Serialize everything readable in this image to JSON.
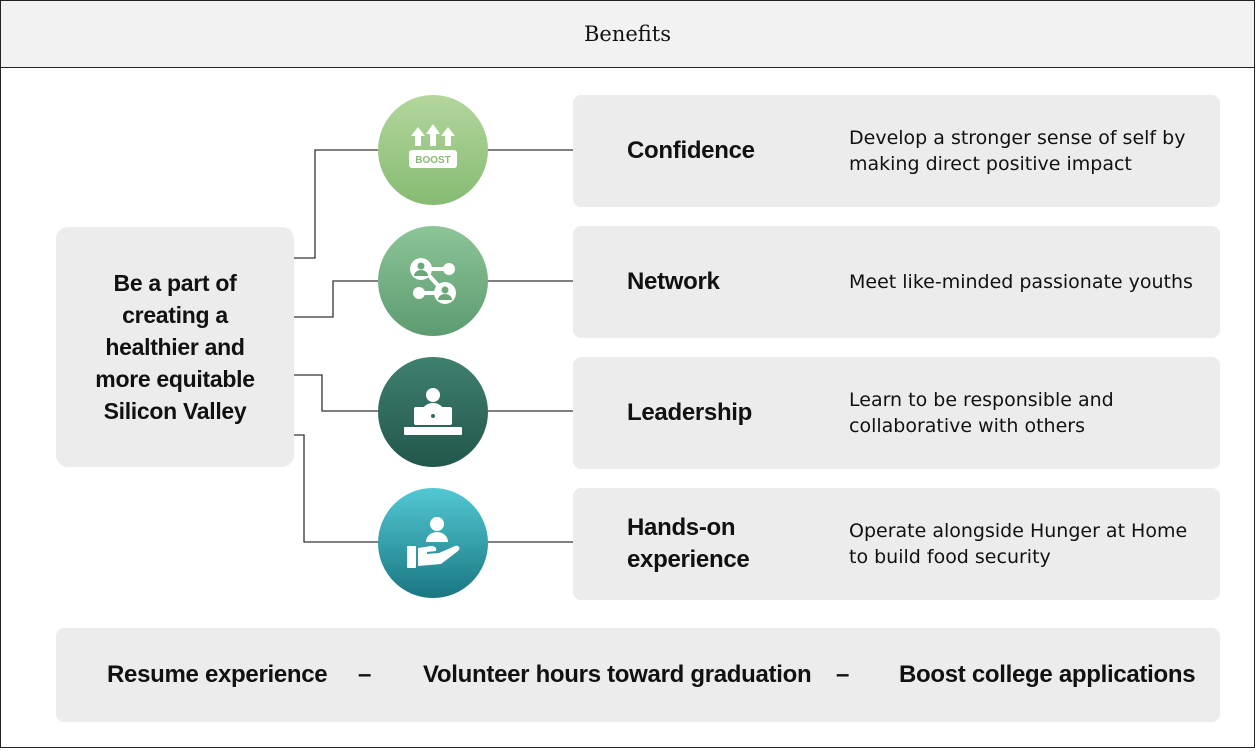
{
  "header": {
    "title": "Benefits"
  },
  "center": {
    "text": "Be a part of\ncreating a\nhealthier and\nmore equitable\nSilicon Valley"
  },
  "benefits": [
    {
      "title": "Confidence",
      "description": "Develop a stronger sense of self by making direct positive impact",
      "icon": "boost-icon",
      "icon_text": "BOOST",
      "color_top": "#a8cf8f",
      "color_bottom": "#7fb56c"
    },
    {
      "title": "Network",
      "description": "Meet like-minded passionate youths",
      "icon": "network-icon",
      "color_top": "#86c08e",
      "color_bottom": "#5c9a70"
    },
    {
      "title": "Leadership",
      "description": "Learn to be responsible and collaborative with others",
      "icon": "leader-desk-icon",
      "color_top": "#3d7d6d",
      "color_bottom": "#245d52"
    },
    {
      "title": "Hands-on\nexperience",
      "description": "Operate alongside Hunger at Home to build food security",
      "icon": "helping-hand-icon",
      "color_top": "#4cc4cf",
      "color_bottom": "#1d7d88"
    }
  ],
  "bottom_bar": {
    "items": [
      "Resume experience",
      "Volunteer hours toward graduation",
      "Boost college applications"
    ],
    "separator": "–"
  }
}
